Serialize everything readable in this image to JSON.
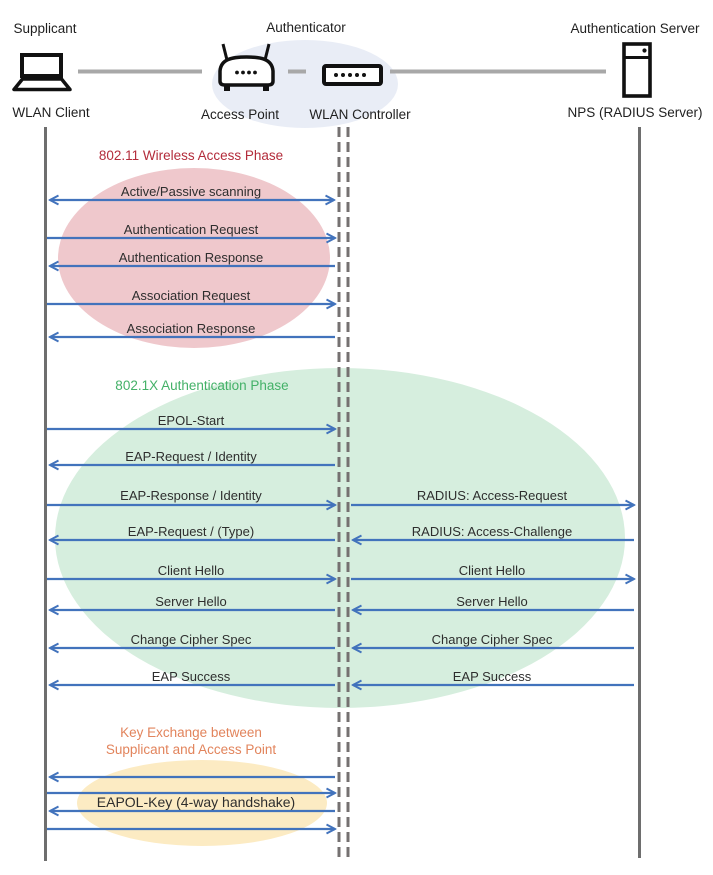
{
  "header": {
    "roles": [
      "Supplicant",
      "Authenticator",
      "Authentication Server"
    ],
    "actors": [
      "WLAN Client",
      "Access Point",
      "WLAN Controller",
      "NPS (RADIUS Server)"
    ],
    "icons": [
      "laptop-icon",
      "access-point-icon",
      "wlan-controller-icon",
      "server-icon"
    ]
  },
  "phase1": {
    "title": "802.11 Wireless Access Phase",
    "messages": [
      "Active/Passive scanning",
      "Authentication Request",
      "Authentication Response",
      "Association Request",
      "Association Response"
    ]
  },
  "phase2": {
    "title": "802.1X Authentication Phase",
    "left_messages": [
      "EPOL-Start",
      "EAP-Request / Identity",
      "EAP-Response / Identity",
      "EAP-Request / (Type)",
      "Client Hello",
      "Server Hello",
      "Change Cipher Spec",
      "EAP Success"
    ],
    "right_messages": [
      "RADIUS: Access-Request",
      "RADIUS: Access-Challenge",
      "Client Hello",
      "Server Hello",
      "Change Cipher Spec",
      "EAP Success"
    ]
  },
  "phase3": {
    "title_line1": "Key Exchange between",
    "title_line2": "Supplicant and Access Point",
    "message": "EAPOL-Key (4-way handshake)"
  },
  "palette": {
    "arrow_blue": "#4273bc",
    "lifeline_gray": "#6e6e6e",
    "dashed_lifeline_gray": "#757171",
    "connector_gray": "#a8a8a8",
    "phase1_title": "#b32c3b",
    "phase1_ellipse": "#efc8cc",
    "phase2_title": "#44b168",
    "phase2_ellipse": "#d6eede",
    "phase3_title": "#e2845c",
    "phase3_ellipse": "#fcebc3",
    "authenticator_ellipse": "#e9edf6",
    "icon_black": "#111111"
  }
}
